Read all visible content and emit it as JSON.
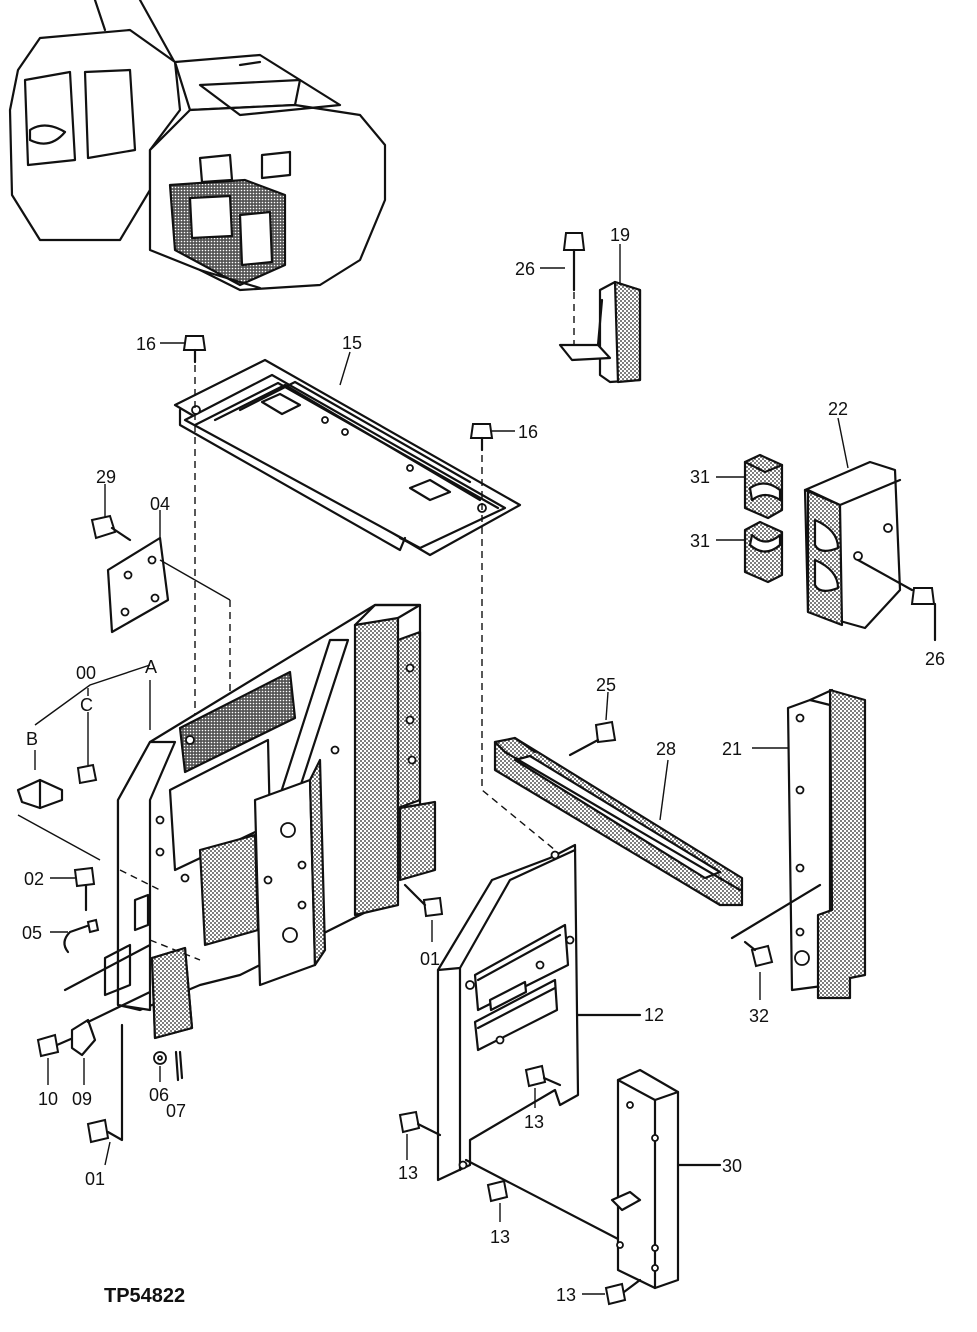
{
  "figure_code": "TP54822",
  "labels": {
    "p19": "19",
    "p26a": "26",
    "p16a": "16",
    "p15": "15",
    "p16b": "16",
    "p22": "22",
    "p31a": "31",
    "p31b": "31",
    "p29": "29",
    "p04": "04",
    "p26b": "26",
    "p00": "00",
    "pA": "A",
    "pC": "C",
    "pB": "B",
    "p25": "25",
    "p28": "28",
    "p21": "21",
    "p02": "02",
    "p05": "05",
    "p01a": "01",
    "p12": "12",
    "p32": "32",
    "p10": "10",
    "p09": "09",
    "p06": "06",
    "p07": "07",
    "p13a": "13",
    "p01b": "01",
    "p13b": "13",
    "p30": "30",
    "p13c": "13",
    "p13d": "13"
  }
}
